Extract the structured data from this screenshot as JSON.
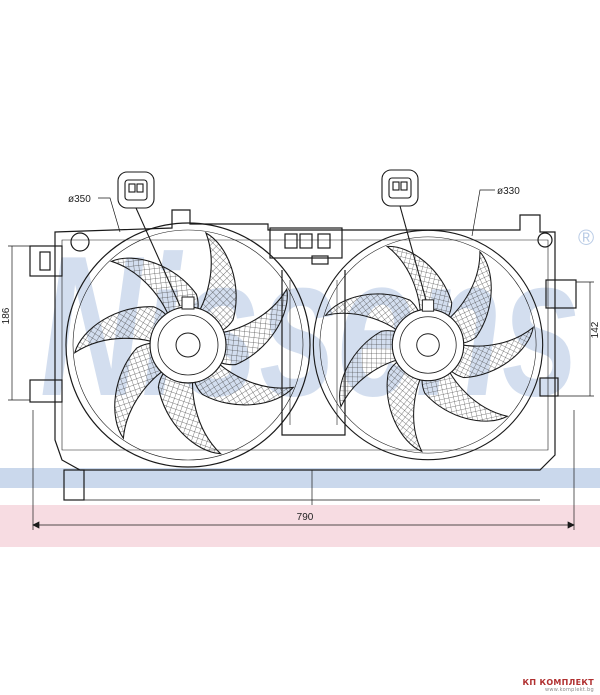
{
  "watermark": {
    "brand": "Nissens",
    "registered": "®",
    "blue": "#9fb8dc",
    "pink": "#f2c4cf"
  },
  "dimensions": {
    "left_fan_diameter": "ø350",
    "right_fan_diameter": "ø330",
    "left_height": "186",
    "right_height": "142",
    "overall_width": "790"
  },
  "footer": {
    "logo_mark": "КП",
    "brand": "КОМПЛЕКТ",
    "tagline": "www.komplekt.bg"
  },
  "colors": {
    "line": "#1a1a1a",
    "hatch": "#444444",
    "logo": "#b03030"
  }
}
